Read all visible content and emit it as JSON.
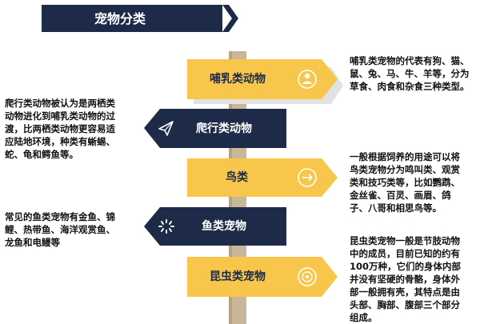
{
  "title": "宠物分类",
  "signs": [
    {
      "label": "哺乳类动物",
      "icon": "person-icon"
    },
    {
      "label": "爬行类动物",
      "icon": "paper-plane-icon"
    },
    {
      "label": "鸟类",
      "icon": "arrow-circle-icon"
    },
    {
      "label": "鱼类宠物",
      "icon": "loading-spinner-icon"
    },
    {
      "label": "昆虫类宠物",
      "icon": "target-icon"
    }
  ],
  "descriptions": {
    "mammal": [
      "哺乳类宠物的代表有狗、猫、",
      "鼠、兔、马、牛、羊等，分为",
      "草食、肉食和杂食三种类型。"
    ],
    "reptile": [
      "爬行类动物被认为是两栖类",
      "动物进化到哺乳类动物的过",
      "渡，比两栖类动物更容易适",
      "应陆地环境，种类有蜥蜴、",
      "蛇、龟和鳄鱼等。"
    ],
    "bird": [
      "一般根据饲养的用途可以将",
      "鸟类宠物分为鸣叫类、观赏",
      "类和技巧类等，比如鹦鹉、",
      "金丝雀、百灵、画眉、鸽",
      "子、八哥和相思鸟等。"
    ],
    "fish": [
      "常见的鱼类宠物有金鱼、锦",
      "鲤、热带鱼、海洋观赏鱼、",
      "龙鱼和电鳗等"
    ],
    "insect": [
      "昆虫类宠物一般是节肢动物",
      "中的成员，目前已知的约有",
      "100万种，它们的身体内部",
      "并没有坚硬的骨骼，身体外",
      "部一般拥有壳，其特点是由",
      "头部、胸部、腹部三个部分",
      "组成。"
    ]
  },
  "colors": {
    "navy": "#1d2a48",
    "yellow": "#f7c64a",
    "pole": "#c9b79a",
    "shadow": "#d9d9d9"
  }
}
